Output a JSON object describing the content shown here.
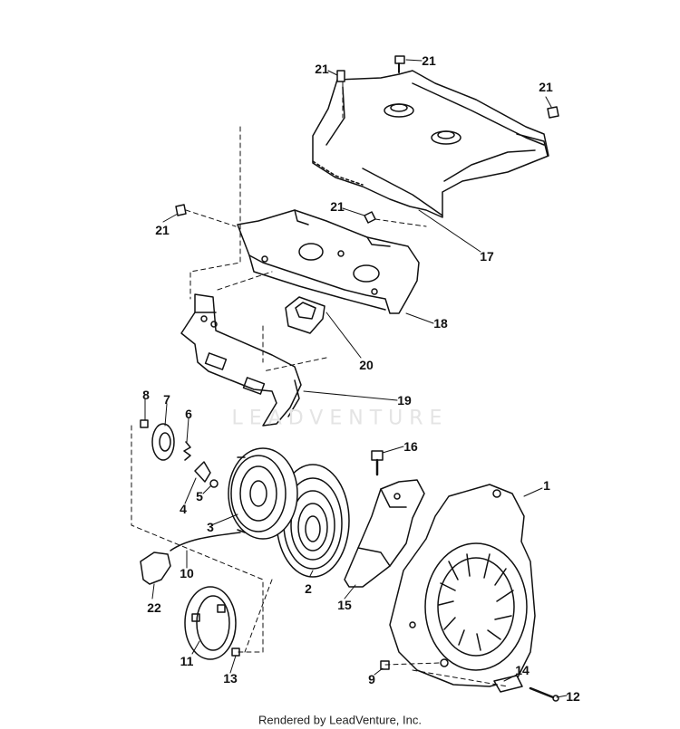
{
  "watermark": "LEADVENTURE",
  "footer": "Rendered by LeadVenture, Inc.",
  "callouts": [
    {
      "id": "c1",
      "text": "1"
    },
    {
      "id": "c2",
      "text": "2"
    },
    {
      "id": "c3",
      "text": "3"
    },
    {
      "id": "c4",
      "text": "4"
    },
    {
      "id": "c5",
      "text": "5"
    },
    {
      "id": "c6",
      "text": "6"
    },
    {
      "id": "c7",
      "text": "7"
    },
    {
      "id": "c8",
      "text": "8"
    },
    {
      "id": "c9",
      "text": "9"
    },
    {
      "id": "c10",
      "text": "10"
    },
    {
      "id": "c11",
      "text": "11"
    },
    {
      "id": "c12",
      "text": "12"
    },
    {
      "id": "c13",
      "text": "13"
    },
    {
      "id": "c14",
      "text": "14"
    },
    {
      "id": "c15",
      "text": "15"
    },
    {
      "id": "c16",
      "text": "16"
    },
    {
      "id": "c17",
      "text": "17"
    },
    {
      "id": "c18",
      "text": "18"
    },
    {
      "id": "c19",
      "text": "19"
    },
    {
      "id": "c20",
      "text": "20"
    },
    {
      "id": "c21a",
      "text": "21"
    },
    {
      "id": "c21b",
      "text": "21"
    },
    {
      "id": "c21c",
      "text": "21"
    },
    {
      "id": "c21d",
      "text": "21"
    },
    {
      "id": "c21e",
      "text": "21"
    },
    {
      "id": "c22",
      "text": "22"
    }
  ]
}
